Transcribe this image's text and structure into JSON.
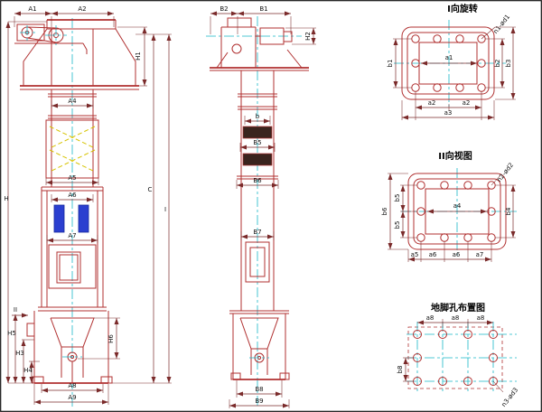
{
  "colors": {
    "part_line": "#b03030",
    "centerline": "#1ab8c8",
    "dim_line": "#7a2a2a",
    "dim_text": "#111111",
    "aux_yellow": "#d6c300",
    "bucket_blue": "#2b3fd0",
    "dark_fill": "#3a241e"
  },
  "front_view": {
    "dims": {
      "A1": "A1",
      "A2": "A2",
      "A4": "A4",
      "A5": "A5",
      "A6": "A6",
      "A7": "A7",
      "A8": "A8",
      "A9": "A9",
      "H": "H",
      "H1": "H1",
      "H3": "H3",
      "H4": "H4",
      "H5": "H5",
      "H6": "H6",
      "C": "C",
      "I": "I",
      "II": "II"
    }
  },
  "side_view": {
    "dims": {
      "B1": "B1",
      "B2": "B2",
      "b": "b",
      "B5": "B5",
      "B6": "B6",
      "B7": "B7",
      "B8": "B8",
      "B9": "B9",
      "H2": "H2"
    }
  },
  "detail_top": {
    "title": "I向旋转",
    "dims": {
      "holes": "n1-ød1",
      "a1": "a1",
      "a2a": "a2",
      "a2b": "a2",
      "a3": "a3",
      "b1": "b1",
      "b2": "b2",
      "b3": "b3"
    }
  },
  "detail_mid": {
    "title": "II向视图",
    "dims": {
      "holes": "n2-ød2",
      "a4": "a4",
      "a5": "a5",
      "a6a": "a6",
      "a6b": "a6",
      "a7": "a7",
      "b4": "b4",
      "b5a": "b5",
      "b5b": "b5",
      "b6": "b6"
    }
  },
  "detail_anchor": {
    "title": "地脚孔布置图",
    "dims": {
      "holes": "n3-ød3",
      "a8a": "a8",
      "a8b": "a8",
      "a8c": "a8",
      "b8": "b8"
    }
  }
}
